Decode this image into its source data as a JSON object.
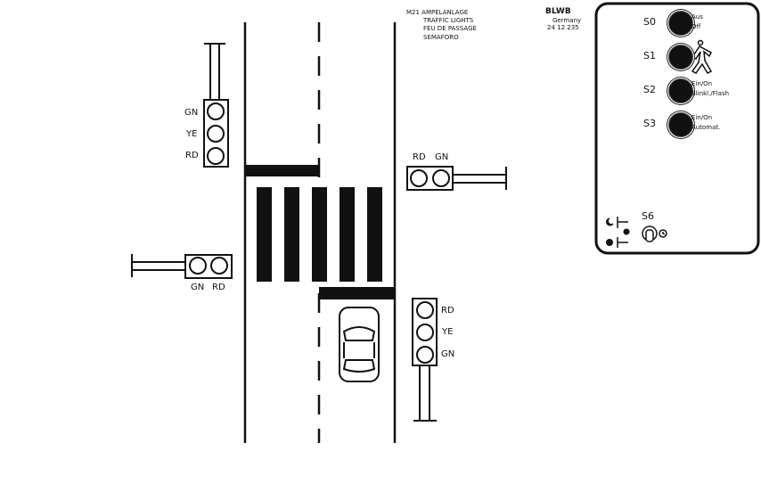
{
  "title": {
    "line1": "M21 AMPELANLAGE",
    "line2": "TRAFFIC LIGHTS",
    "line3": "FEU DE PASSAGE",
    "line4": "SEMAFORO"
  },
  "brand": {
    "logo": "BLWB",
    "country": "Germany",
    "code": "24 12 235"
  },
  "signals": {
    "top_left": [
      "GN",
      "YE",
      "RD"
    ],
    "right": [
      "RD",
      "GN"
    ],
    "left": [
      "GN",
      "RD"
    ],
    "bottom_right": [
      "RD",
      "YE",
      "GN"
    ]
  },
  "panel": {
    "buttons": [
      {
        "id": "S0",
        "line1": "Aus",
        "line2": "Off"
      },
      {
        "id": "S1",
        "line1": "",
        "line2": ""
      },
      {
        "id": "S2",
        "line1": "Ein/On",
        "line2": "Blinkl./Flash"
      },
      {
        "id": "S3",
        "line1": "Ein/On",
        "line2": "Automat."
      }
    ],
    "switch": {
      "id": "S6"
    }
  }
}
